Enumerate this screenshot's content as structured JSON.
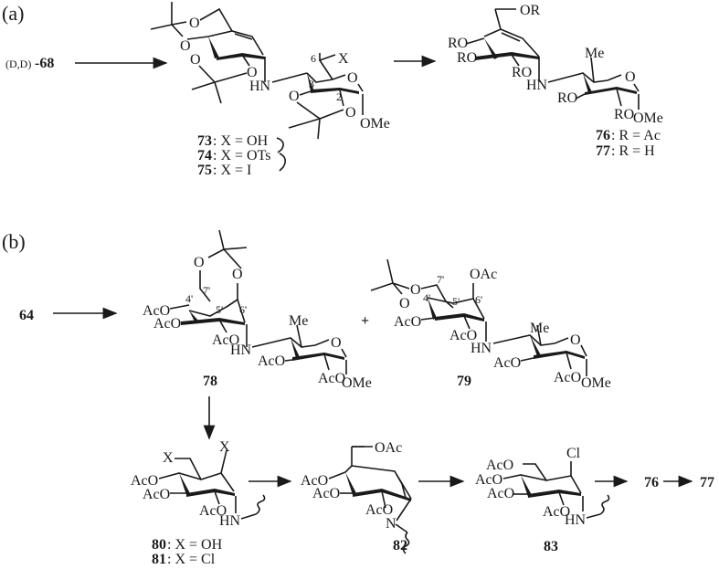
{
  "scheme": {
    "panel_a": {
      "label": "(a)",
      "start_compound": {
        "prefix": "(D,D)",
        "id": "-68"
      },
      "intermediate": {
        "locants": [
          "6",
          "3",
          "2"
        ],
        "substituent": "X",
        "groups": [
          "O",
          "O",
          "O",
          "O",
          "O",
          "O",
          "HN",
          "OMe"
        ],
        "variants": [
          {
            "id": "73",
            "text": ": X = OH"
          },
          {
            "id": "74",
            "text": ": X = OTs"
          },
          {
            "id": "75",
            "text": ": X = I"
          }
        ]
      },
      "product": {
        "groups": [
          "OR",
          "RO",
          "RO",
          "RO",
          "HN",
          "Me",
          "O",
          "RO",
          "RO",
          "OMe"
        ],
        "variants": [
          {
            "id": "76",
            "text": ": R = Ac"
          },
          {
            "id": "77",
            "text": ": R = H"
          }
        ]
      }
    },
    "panel_b": {
      "label": "(b)",
      "start_compound": "64",
      "plus": "+",
      "compound_78": {
        "id": "78",
        "locants": [
          "7'",
          "4'",
          "5'",
          "6'"
        ],
        "groups": [
          "O",
          "O",
          "AcO",
          "AcO",
          "AcO",
          "HN",
          "Me",
          "O",
          "AcO",
          "AcO",
          "OMe"
        ]
      },
      "compound_79": {
        "id": "79",
        "locants": [
          "7'",
          "4'",
          "5'",
          "6'"
        ],
        "groups": [
          "O",
          "O",
          "OAc",
          "AcO",
          "AcO",
          "HN",
          "Me",
          "O",
          "AcO",
          "AcO",
          "OMe"
        ]
      },
      "compound_80_81": {
        "groups": [
          "X",
          "X",
          "AcO",
          "AcO",
          "AcO",
          "HN"
        ],
        "variants": [
          {
            "id": "80",
            "text": ": X = OH"
          },
          {
            "id": "81",
            "text": ": X = Cl"
          }
        ]
      },
      "compound_82": {
        "id": "82",
        "groups": [
          "OAc",
          "AcO",
          "AcO",
          "AcO",
          "N"
        ]
      },
      "compound_83": {
        "id": "83",
        "groups": [
          "Cl",
          "AcO",
          "AcO",
          "AcO",
          "AcO",
          "HN"
        ]
      },
      "final_sequence": [
        "76",
        "77"
      ]
    }
  }
}
